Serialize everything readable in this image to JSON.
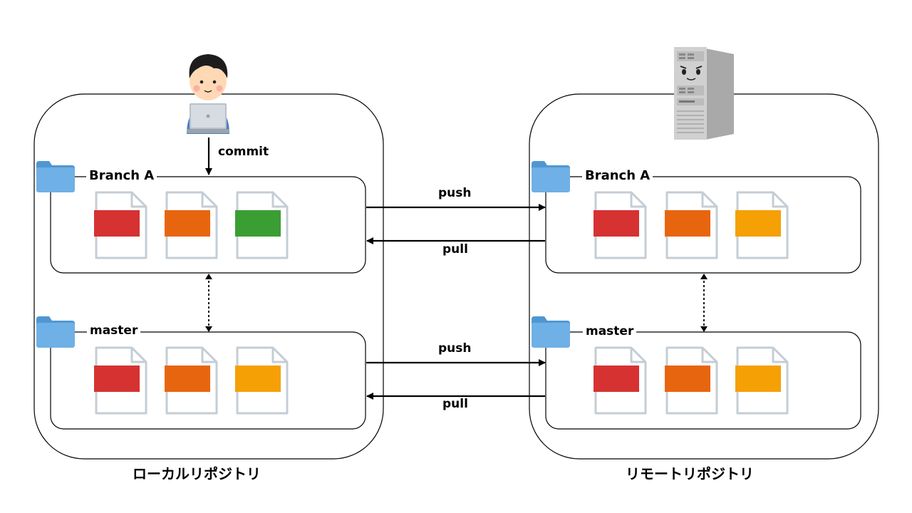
{
  "repositories": {
    "local": {
      "title": "ローカルリポジトリ",
      "branches": [
        {
          "name": "Branch A",
          "files": [
            "#d63232",
            "#e8650f",
            "#3a9e34"
          ]
        },
        {
          "name": "master",
          "files": [
            "#d63232",
            "#e8650f",
            "#f5a005"
          ]
        }
      ]
    },
    "remote": {
      "title": "リモートリポジトリ",
      "branches": [
        {
          "name": "Branch A",
          "files": [
            "#d63232",
            "#e8650f",
            "#f5a005"
          ]
        },
        {
          "name": "master",
          "files": [
            "#d63232",
            "#e8650f",
            "#f5a005"
          ]
        }
      ]
    }
  },
  "actions": {
    "commit": "commit",
    "push_top": "push",
    "pull_top": "pull",
    "push_bottom": "push",
    "pull_bottom": "pull"
  },
  "icons": {
    "developer": "person-with-laptop-icon",
    "server": "server-tower-icon",
    "folder": "folder-icon",
    "file": "document-icon"
  },
  "colors": {
    "folder": "#5ba3dd",
    "file_outline": "#c4cdd5",
    "red": "#d63232",
    "orange": "#e8650f",
    "green": "#3a9e34",
    "yellow": "#f5a005"
  }
}
